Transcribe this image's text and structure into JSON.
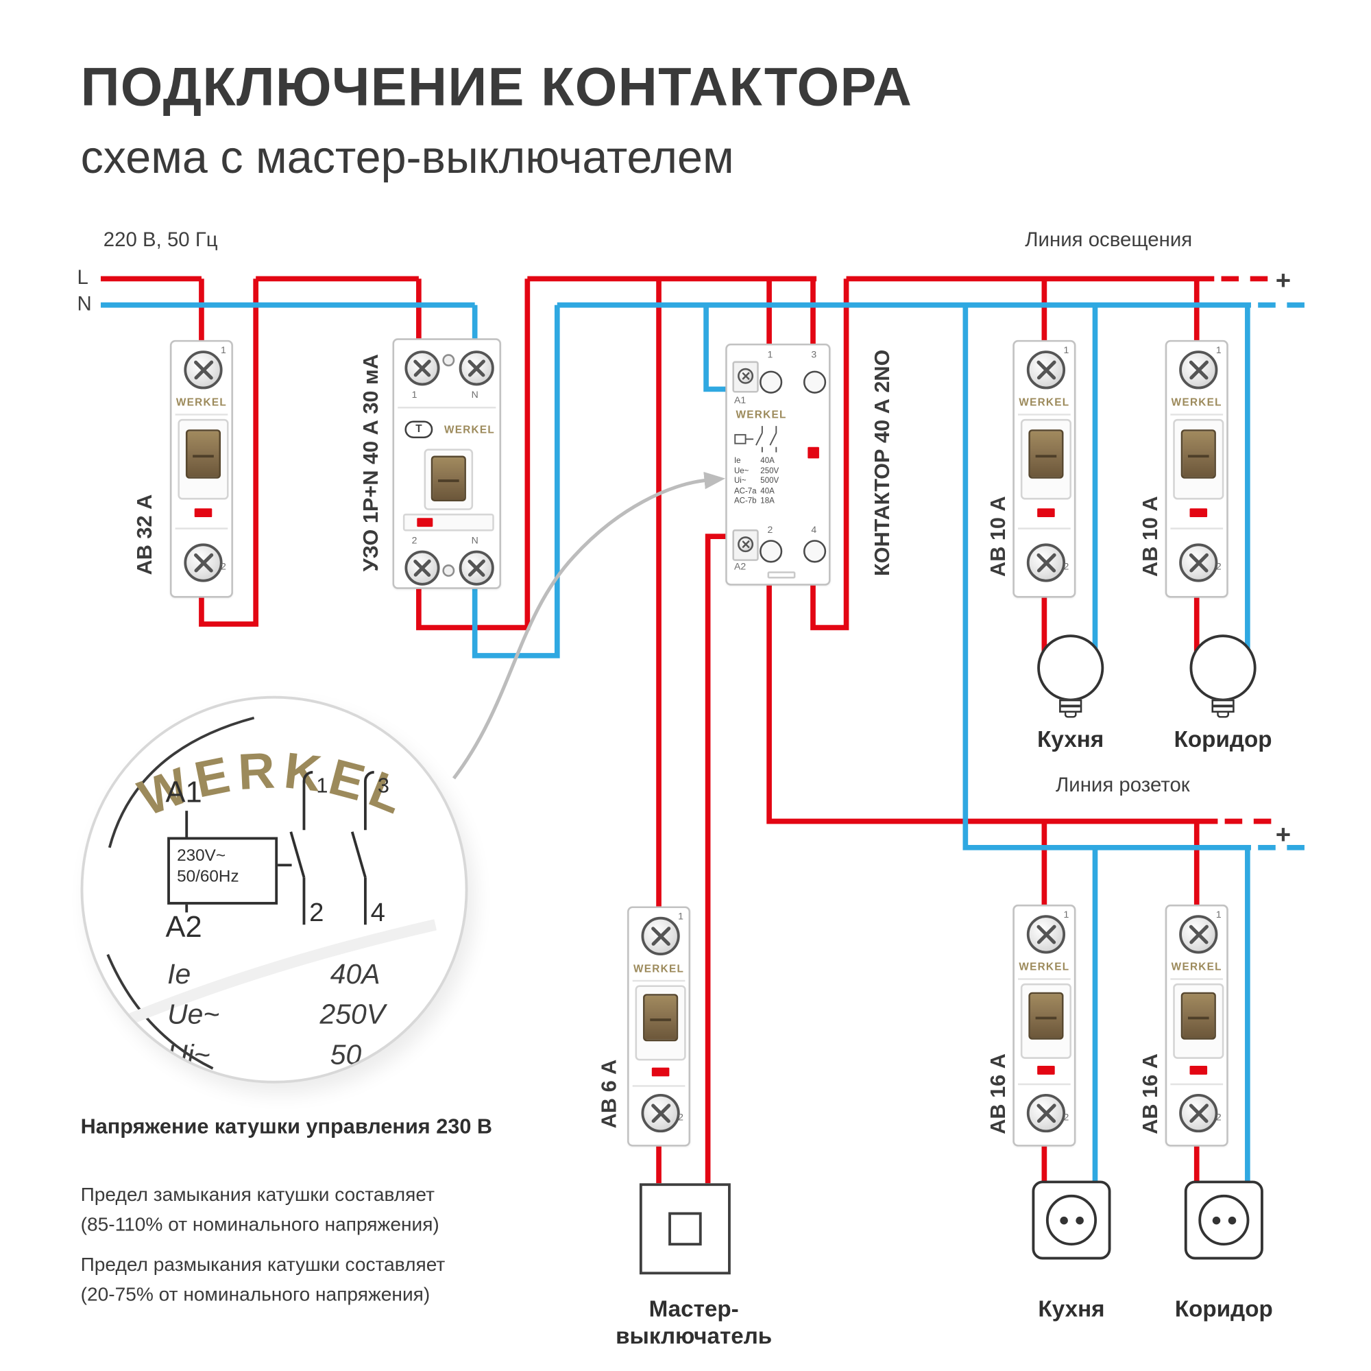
{
  "header": {
    "title": "ПОДКЛЮЧЕНИЕ КОНТАКТОРА",
    "subtitle": "схема с мастер-выключателем"
  },
  "supply": {
    "label": "220 В, 50 Гц",
    "phase": "L",
    "neutral": "N"
  },
  "lines": {
    "lighting": "Линия освещения",
    "sockets": "Линия розеток",
    "plus": "+"
  },
  "brand": "WERKEL",
  "breakers": {
    "ab32": "АВ 32 А",
    "uzo": "УЗО 1P+N 40 А 30 мА",
    "contactor": "КОНТАКТОР 40 А 2NO",
    "ab10": "АВ 10 А",
    "ab6": "АВ 6 А",
    "ab16": "АВ 16 А"
  },
  "terminals": {
    "t1": "1",
    "t2": "2",
    "t3": "3",
    "t4": "4",
    "n": "N",
    "a1": "A1",
    "a2": "A2",
    "test": "Т"
  },
  "contactor_specs": [
    {
      "k": "Ie",
      "v": "40A"
    },
    {
      "k": "Ue~",
      "v": "250V"
    },
    {
      "k": "Ui~",
      "v": "500V"
    },
    {
      "k": "AC-7a",
      "v": "40A"
    },
    {
      "k": "AC-7b",
      "v": "18A"
    }
  ],
  "loads": {
    "lamp_kitchen": "Кухня",
    "lamp_corridor": "Коридор",
    "socket_kitchen": "Кухня",
    "socket_corridor": "Коридор",
    "master": "Мастер-выключатель"
  },
  "magnifier": {
    "coil_line1": "230V~",
    "coil_line2": "50/60Hz",
    "spec1_k": "Ie",
    "spec1_v": "40A",
    "spec2_k": "Ue~",
    "spec2_v": "250V",
    "spec3_k": "Ui~",
    "spec3_v": "50"
  },
  "notes": {
    "heading": "Напряжение катушки управления 230 В",
    "p1_line1": "Предел замыкания катушки составляет",
    "p1_line2": "(85-110% от номинального напряжения)",
    "p2_line1": "Предел размыкания катушки составляет",
    "p2_line2": "(20-75% от номинального напряжения)"
  },
  "colors": {
    "phase": "#e30613",
    "neutral": "#2fa8e1",
    "brand_gold": "#9c8a5b",
    "indicator": "#e30613"
  }
}
